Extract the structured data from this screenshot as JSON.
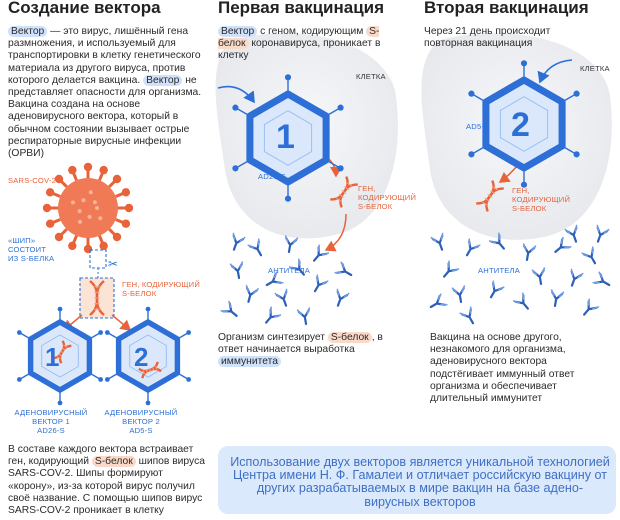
{
  "col1": {
    "heading": "Создание вектора",
    "intro_hl1": "Вектор",
    "intro_p1": " — это вирус, лишённый гена размножения, и используемый для транспортировки в клетку генетического материала из другого вируса, против которого делается вакцина. ",
    "intro_hl2": "Вектор",
    "intro_p2": " не представляет опасности для организма. Вакцина создана на основе аденовирусного вектора, который в обычном состоянии вызывает острые респираторные вирусные инфекции (ОРВИ)",
    "sars_label": "SARS-COV-2",
    "spike_label": "«ШИП» СОСТОИТ ИЗ S-БЕЛКА",
    "gene_label": "ГЕН, КОДИРУЮЩИЙ S-БЕЛОК",
    "vector1_label": "АДЕНОВИРУСНЫЙ ВЕКТОР 1",
    "vector1_code": "AD26-S",
    "vector2_label": "АДЕНОВИРУСНЫЙ ВЕКТОР 2",
    "vector2_code": "AD5-S",
    "num1": "1",
    "num2": "2",
    "bottom_p1": "В составе каждого вектора встраивает ген, кодирующий ",
    "bottom_hl": "S-белок",
    "bottom_p2": " шипов вируса SARS-COV-2. Шипы формируют «корону», из-за которой вирус получил своё название. С помощью шипов вирус SARS-COV-2 проникает в клетку"
  },
  "col2": {
    "heading": "Первая вакцинация",
    "top_hl1": "Вектор",
    "top_p1": " с геном, кодирующим ",
    "top_hl2": "S-белок",
    "top_p2": " коронавируса, проникает в клетку",
    "cell_label": "КЛЕТКА",
    "num": "1",
    "code": "AD26-S",
    "gene_label": "ГЕН, КОДИРУЮЩИЙ S-БЕЛОК",
    "antibodies_label": "АНТИТЕЛА",
    "bottom_p1": "Организм синтезирует ",
    "bottom_hl1": "S-белок",
    "bottom_p2": ", в ответ начинается выработка ",
    "bottom_hl2": "иммунитета"
  },
  "col3": {
    "heading": "Вторая вакцинация",
    "top_text": "Через 21 день происходит повторная вакцинация",
    "cell_label": "КЛЕТКА",
    "num": "2",
    "code": "AD5-S",
    "gene_label": "ГЕН, КОДИРУЮЩИЙ S-БЕЛОК",
    "antibodies_label": "АНТИТЕЛА",
    "bottom_text": "Вакцина на основе другого, незнакомого для организма, аденовирусного вектора подстёгивает иммунный ответ организма и обеспечивает длительный иммунитет"
  },
  "banner": {
    "text": "Использование двух векторов является уникальной технологией Центра имени Н. Ф. Гамалеи и отличает российскую вакцину от других разрабатываемых в мире вакцин на базе адено-вирусных векторов"
  },
  "colors": {
    "blue": "#2d6fd6",
    "orange": "#e8623a",
    "cell": "#eceef2",
    "banner": "#dbe9fd"
  }
}
